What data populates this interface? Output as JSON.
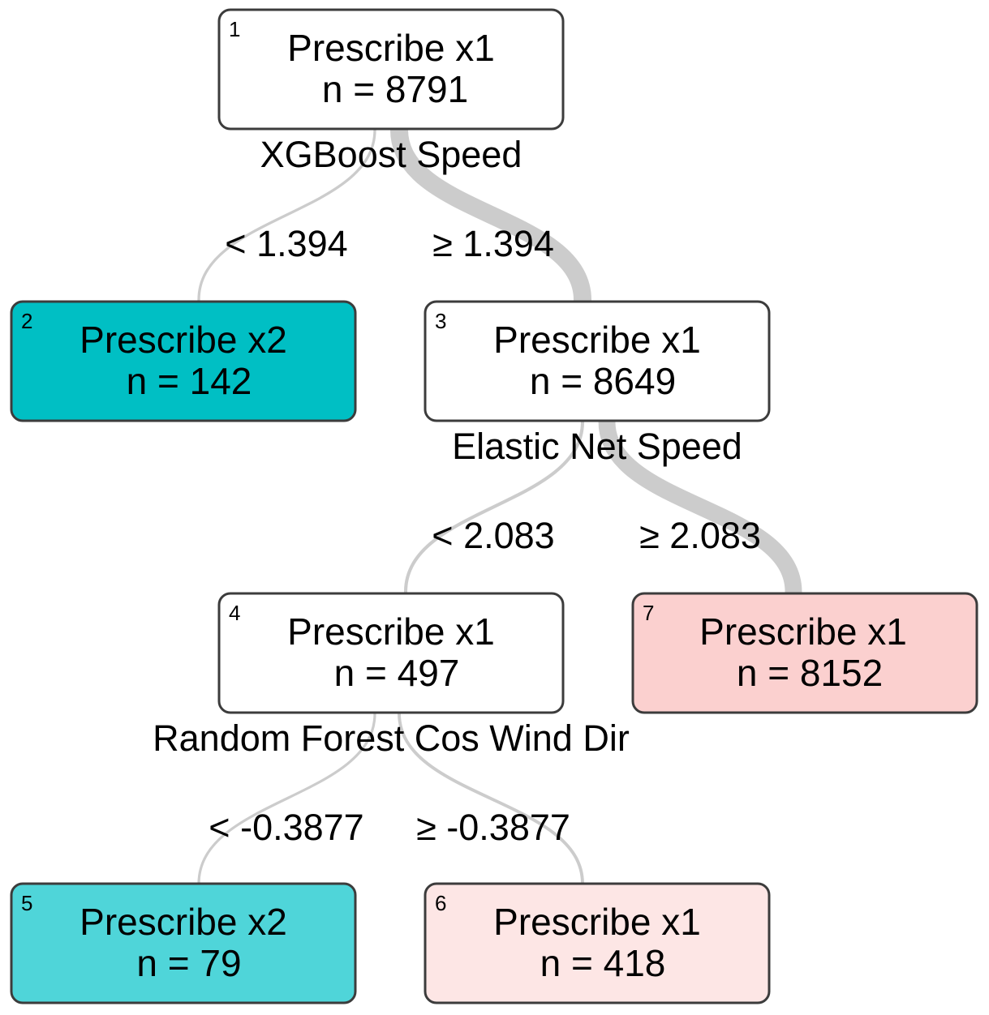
{
  "nodes": [
    {
      "id": "1",
      "label": "Prescribe x1",
      "n": "n = 8791",
      "fill": "#ffffff",
      "split": "XGBoost Speed"
    },
    {
      "id": "2",
      "label": "Prescribe x2",
      "n": "n = 142",
      "fill": "#00bfc4"
    },
    {
      "id": "3",
      "label": "Prescribe x1",
      "n": "n = 8649",
      "fill": "#ffffff",
      "split": "Elastic Net Speed"
    },
    {
      "id": "4",
      "label": "Prescribe x1",
      "n": "n = 497",
      "fill": "#ffffff",
      "split": "Random Forest Cos Wind Dir"
    },
    {
      "id": "5",
      "label": "Prescribe x2",
      "n": "n = 79",
      "fill": "#4fd5d9"
    },
    {
      "id": "6",
      "label": "Prescribe x1",
      "n": "n = 418",
      "fill": "#fde6e5"
    },
    {
      "id": "7",
      "label": "Prescribe x1",
      "n": "n = 8152",
      "fill": "#fbd0cf"
    }
  ],
  "edges": [
    {
      "from": "1",
      "to": "2",
      "label": "< 1.394",
      "weight": 142
    },
    {
      "from": "1",
      "to": "3",
      "label": "≥ 1.394",
      "weight": 8649
    },
    {
      "from": "3",
      "to": "4",
      "label": "< 2.083",
      "weight": 497
    },
    {
      "from": "3",
      "to": "7",
      "label": "≥ 2.083",
      "weight": 8152
    },
    {
      "from": "4",
      "to": "5",
      "label": "< -0.3877",
      "weight": 79
    },
    {
      "from": "4",
      "to": "6",
      "label": "≥ -0.3877",
      "weight": 418
    }
  ]
}
